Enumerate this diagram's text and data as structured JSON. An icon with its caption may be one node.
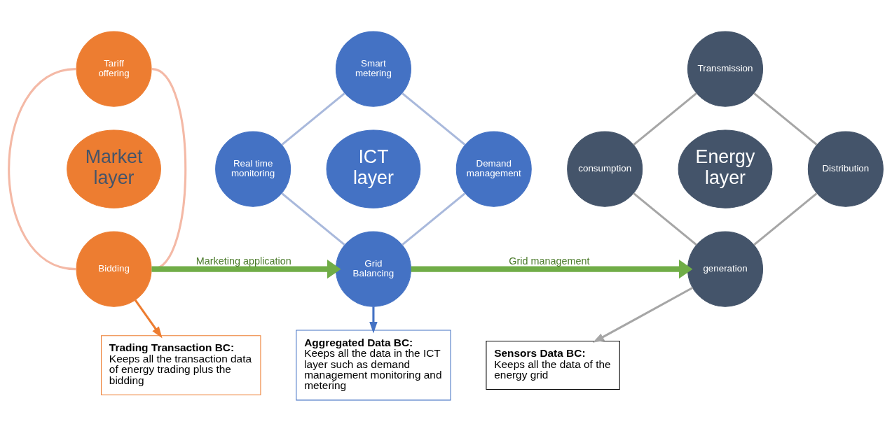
{
  "diagram": {
    "nodes": [
      {
        "text": [
          "Tariff offering"
        ]
      },
      {
        "text": [
          "Market layer"
        ]
      },
      {
        "text": [
          "Bidding"
        ]
      },
      {
        "text": [
          "Smart metering"
        ]
      },
      {
        "text": [
          "Real time monitoring"
        ]
      },
      {
        "text": [
          "ICT layer"
        ]
      },
      {
        "text": [
          "Demand management"
        ]
      },
      {
        "text": [
          "Grid Balancing"
        ]
      },
      {
        "text": [
          "Transmission"
        ]
      },
      {
        "text": [
          "consumption"
        ]
      },
      {
        "text": [
          "Energy layer"
        ]
      },
      {
        "text": [
          "Distribution"
        ]
      },
      {
        "text": [
          "generation"
        ]
      },
      {
        "text": [
          "Trading Transaction BC:",
          "Keeps all the transaction data of energy trading plus the bidding"
        ]
      },
      {
        "text": [
          "Aggregated Data BC:",
          "Keeps all the data in the ICT layer such as demand management monitoring and metering"
        ]
      },
      {
        "text": [
          "Sensors Data BC:",
          "Keeps all the data of the energy grid"
        ]
      }
    ],
    "edges": [
      {
        "from": 0,
        "to": 2,
        "arrow": "none",
        "color": "#f4b9a6"
      },
      {
        "from": 0,
        "to": 2,
        "arrow": "none",
        "color": "#f4b9a6"
      },
      {
        "from": 3,
        "to": 6,
        "arrow": "none",
        "color": "#a9b9dc"
      },
      {
        "from": 6,
        "to": 7,
        "arrow": "none",
        "color": "#a9b9dc"
      },
      {
        "from": 7,
        "to": 4,
        "arrow": "none",
        "color": "#a9b9dc"
      },
      {
        "from": 4,
        "to": 3,
        "arrow": "none",
        "color": "#a9b9dc"
      },
      {
        "from": 8,
        "to": 11,
        "arrow": "none",
        "color": "#a6a6a6"
      },
      {
        "from": 11,
        "to": 12,
        "arrow": "none",
        "color": "#a6a6a6"
      },
      {
        "from": 12,
        "to": 9,
        "arrow": "none",
        "color": "#a6a6a6"
      },
      {
        "from": 9,
        "to": 8,
        "arrow": "none",
        "color": "#a6a6a6"
      },
      {
        "from": 2,
        "to": 7,
        "arrow": "to",
        "label": "Marketing application",
        "style": "thick",
        "color": "#70ad47"
      },
      {
        "from": 7,
        "to": 12,
        "arrow": "to",
        "label": "Grid management",
        "style": "thick",
        "color": "#70ad47"
      },
      {
        "from": 2,
        "to": 13,
        "arrow": "to",
        "color": "#ed7d31"
      },
      {
        "from": 7,
        "to": 14,
        "arrow": "to",
        "color": "#4472c4"
      },
      {
        "from": 12,
        "to": 15,
        "arrow": "to",
        "color": "#a6a6a6"
      }
    ]
  }
}
